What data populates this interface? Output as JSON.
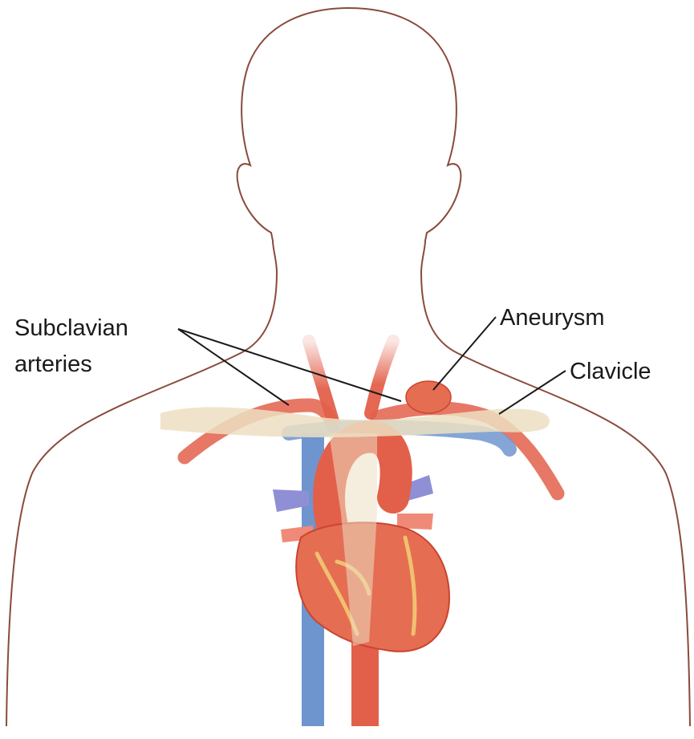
{
  "labels": {
    "subclavian_line1": "Subclavian",
    "subclavian_line2": "arteries",
    "aneurysm": "Aneurysm",
    "clavicle": "Clavicle"
  },
  "colors": {
    "outline": "#8a4a3c",
    "artery": "#e2604a",
    "artery_dark": "#c9442f",
    "vein": "#6f95cf",
    "vein_purple": "#8f8fd6",
    "bone": "#ecdfc2",
    "heart": "#e56d52",
    "heart_vessels": "#f0c070",
    "leader": "#1a1a1a",
    "background": "#ffffff"
  }
}
